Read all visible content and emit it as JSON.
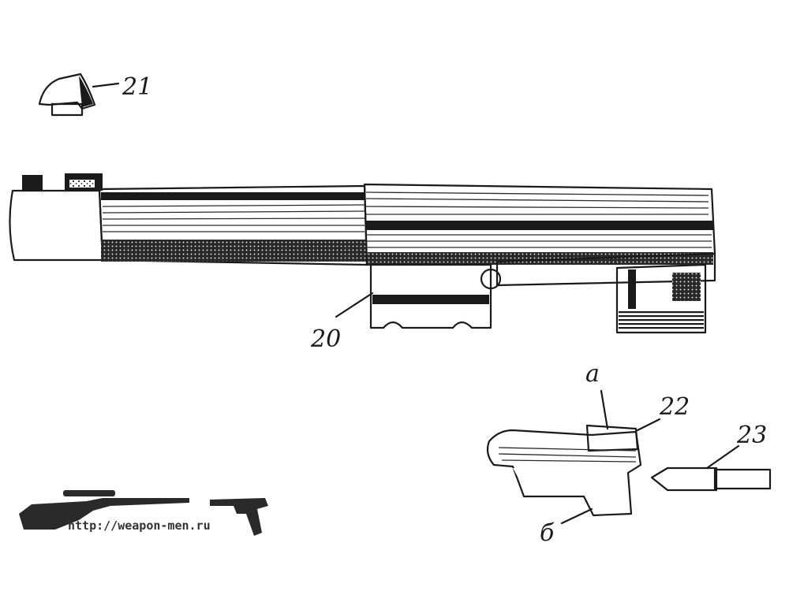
{
  "labels": {
    "part_20": "20",
    "part_21": "21",
    "part_22": "22",
    "part_23": "23",
    "letter_a": "а",
    "letter_b": "б"
  },
  "watermark": {
    "url": "http://weapon-men.ru"
  },
  "colors": {
    "ink": "#1a1a1a",
    "paper": "#ffffff",
    "watermark": "#333333"
  }
}
